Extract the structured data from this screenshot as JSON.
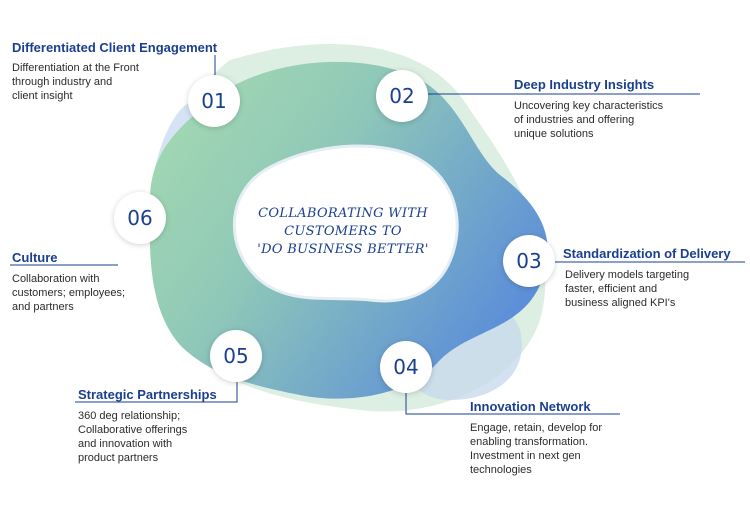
{
  "center": {
    "line1": "COLLABORATING WITH",
    "line2": "CUSTOMERS TO",
    "line3": "'DO BUSINESS BETTER'"
  },
  "items": [
    {
      "number": "01",
      "title": "Differentiated Client Engagement",
      "desc": [
        "Differentiation at the Front",
        "through industry and",
        "client insight"
      ]
    },
    {
      "number": "02",
      "title": "Deep Industry Insights",
      "desc": [
        "Uncovering key characteristics",
        "of industries and offering",
        "unique solutions"
      ]
    },
    {
      "number": "03",
      "title": "Standardization  of Delivery",
      "desc": [
        "Delivery models targeting",
        "faster, efficient and",
        "business aligned KPI's"
      ]
    },
    {
      "number": "04",
      "title": "Innovation Network",
      "desc": [
        "Engage, retain, develop for",
        "enabling transformation.",
        "Investment in next  gen",
        "technologies"
      ]
    },
    {
      "number": "05",
      "title": "Strategic Partnerships",
      "desc": [
        "360 deg relationship;",
        "Collaborative offerings",
        "and innovation with",
        "product partners"
      ]
    },
    {
      "number": "06",
      "title": "Culture",
      "desc": [
        "Collaboration with",
        "customers; employees;",
        "and partners"
      ]
    }
  ],
  "colors": {
    "navy": "#1a3f8f",
    "green": "#9fd6a8",
    "blue": "#5b8fd6",
    "pale_green": "#dcefe2",
    "pale_blue": "#d5e3f4"
  }
}
